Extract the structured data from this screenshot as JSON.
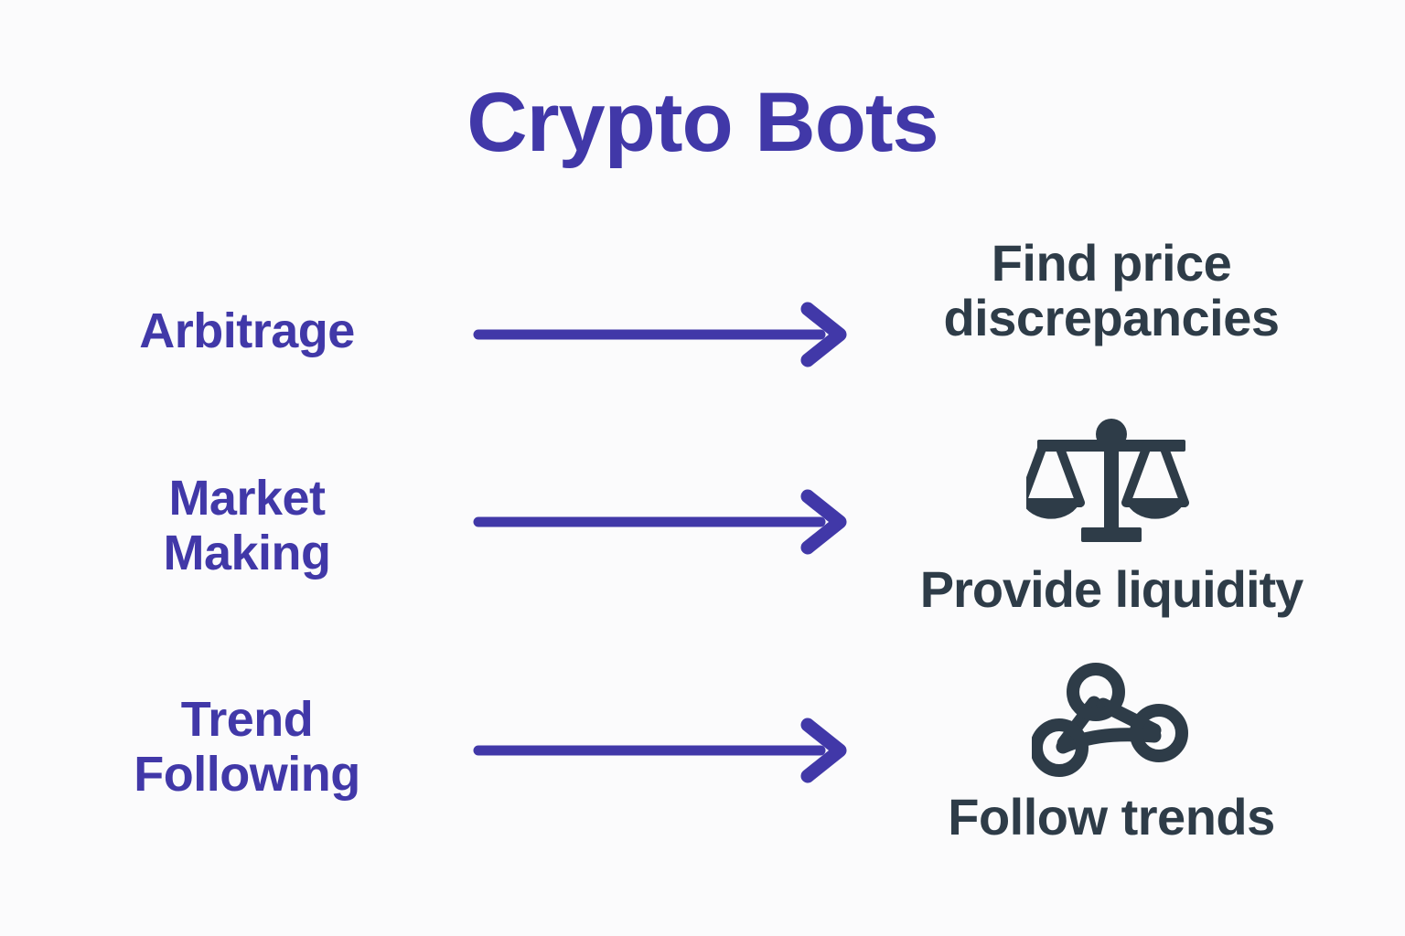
{
  "page": {
    "title": "Crypto Bots",
    "background_color": "#fbfbfc",
    "accent_purple": "#4138a8",
    "dark_slate": "#2e3c48"
  },
  "rows": [
    {
      "left_label": "Arbitrage",
      "arrow": "right-arrow",
      "right_text": "Find price discrepancies",
      "right_text_line1": "Find price",
      "right_text_line2": "discrepancies",
      "icon": null
    },
    {
      "left_label_line1": "Market",
      "left_label_line2": "Making",
      "left_label": "Market Making",
      "arrow": "right-arrow",
      "right_text": "Provide liquidity",
      "icon": "balance-scales-icon"
    },
    {
      "left_label_line1": "Trend",
      "left_label_line2": "Following",
      "left_label": "Trend Following",
      "arrow": "right-arrow",
      "right_text": "Follow trends",
      "icon": "network-nodes-icon"
    }
  ]
}
